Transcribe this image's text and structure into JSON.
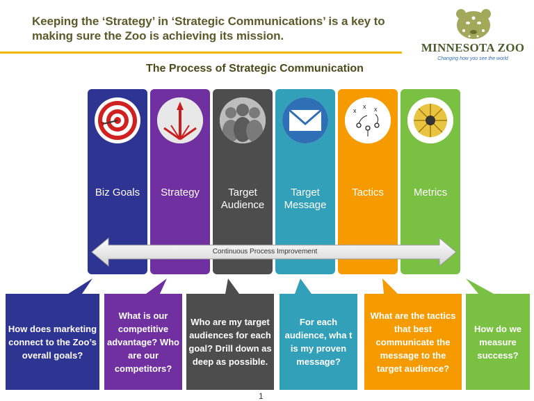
{
  "header": {
    "title": "Keeping the ‘Strategy’ in ‘Strategic Communications’ is a key to making sure the Zoo is achieving its mission."
  },
  "logo": {
    "name": "MINNESOTA ZOO",
    "tagline": "Changing how you see the world"
  },
  "subtitle": "The Process of Strategic Communication",
  "columns": [
    {
      "label": "Biz Goals",
      "icon": "target-icon",
      "color": "#2e3492"
    },
    {
      "label": "Strategy",
      "icon": "strategy-arrows-icon",
      "color": "#7030a0"
    },
    {
      "label": "Target Audience",
      "icon": "crowd-icon",
      "color": "#4d4d4d"
    },
    {
      "label": "Target Message",
      "icon": "envelope-icon",
      "color": "#31a0b8"
    },
    {
      "label": "Tactics",
      "icon": "playbook-icon",
      "color": "#f59b00"
    },
    {
      "label": "Metrics",
      "icon": "measuring-tape-icon",
      "color": "#7ac043"
    }
  ],
  "process": {
    "label": "Continuous Process Improvement"
  },
  "callouts": [
    {
      "text": "How does marketing connect to the Zoo’s overall goals?",
      "color": "#2e3492"
    },
    {
      "text": "What is our competitive advantage? Who are our competitors?",
      "color": "#7030a0"
    },
    {
      "text": "Who are my target audiences for each goal? Drill down as deep as possible.",
      "color": "#4d4d4d"
    },
    {
      "text": "For each audience, wha t is my proven message?",
      "color": "#31a0b8"
    },
    {
      "text": "What are the tactics that best communicate the message to the target audience?",
      "color": "#f59b00"
    },
    {
      "text": "How do we measure success?",
      "color": "#7ac043"
    }
  ],
  "page_number": "1"
}
